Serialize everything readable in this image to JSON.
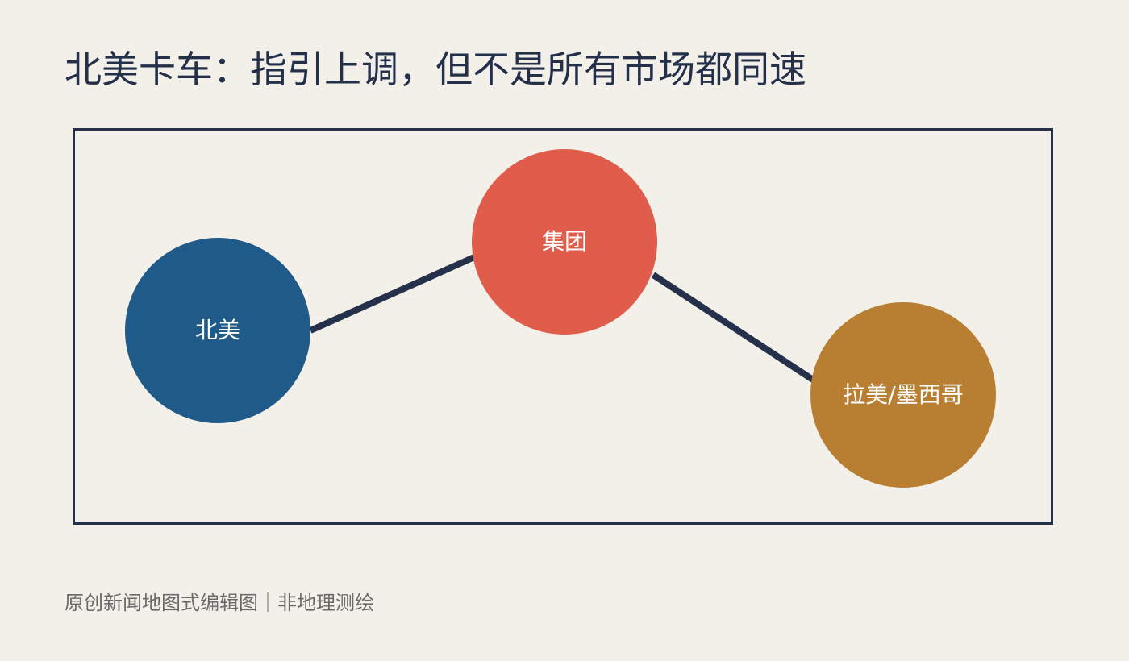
{
  "page": {
    "title": "北美卡车：指引上调，但不是所有市场都同速",
    "footer": "原创新闻地图式编辑图｜非地理测绘"
  },
  "colors": {
    "background": "#f3f0ea",
    "frame": "#25304b",
    "connector": "#25304b",
    "text": "#24304a"
  },
  "diagram": {
    "nodes": [
      {
        "id": "north-america",
        "label": "北美",
        "color": "#1f5a88"
      },
      {
        "id": "group",
        "label": "集团",
        "color": "#e05d4c"
      },
      {
        "id": "latam-mexico",
        "label": "拉美/墨西哥",
        "color": "#b87f32"
      }
    ],
    "edges": [
      {
        "from": "north-america",
        "to": "group"
      },
      {
        "from": "group",
        "to": "latam-mexico"
      }
    ]
  }
}
